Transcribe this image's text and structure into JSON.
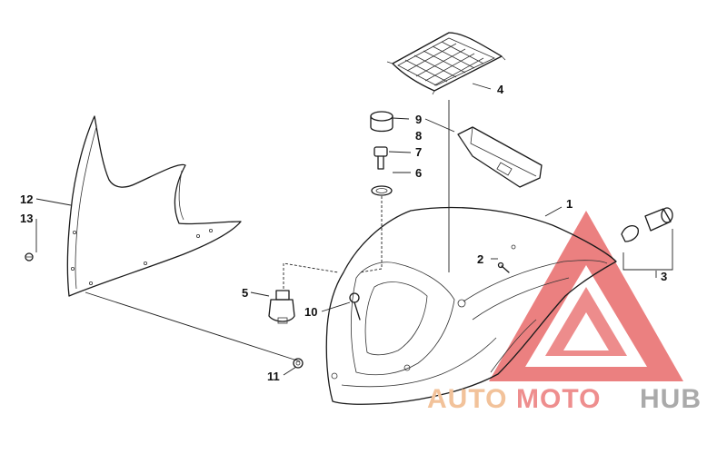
{
  "callouts": {
    "c1": "1",
    "c2": "2",
    "c3": "3",
    "c4": "4",
    "c5": "5",
    "c6": "6",
    "c7": "7",
    "c8": "8",
    "c9": "9",
    "c10": "10",
    "c11": "11",
    "c12": "12",
    "c13": "13"
  },
  "watermark": {
    "part1": "AUTO",
    "part2": "MOTO",
    "part3": "HUB",
    "colors": {
      "triangle": "#e86a6a",
      "auto": "#f2c29a",
      "moto": "#ee8e8e",
      "hub": "#aaaaaa"
    }
  }
}
